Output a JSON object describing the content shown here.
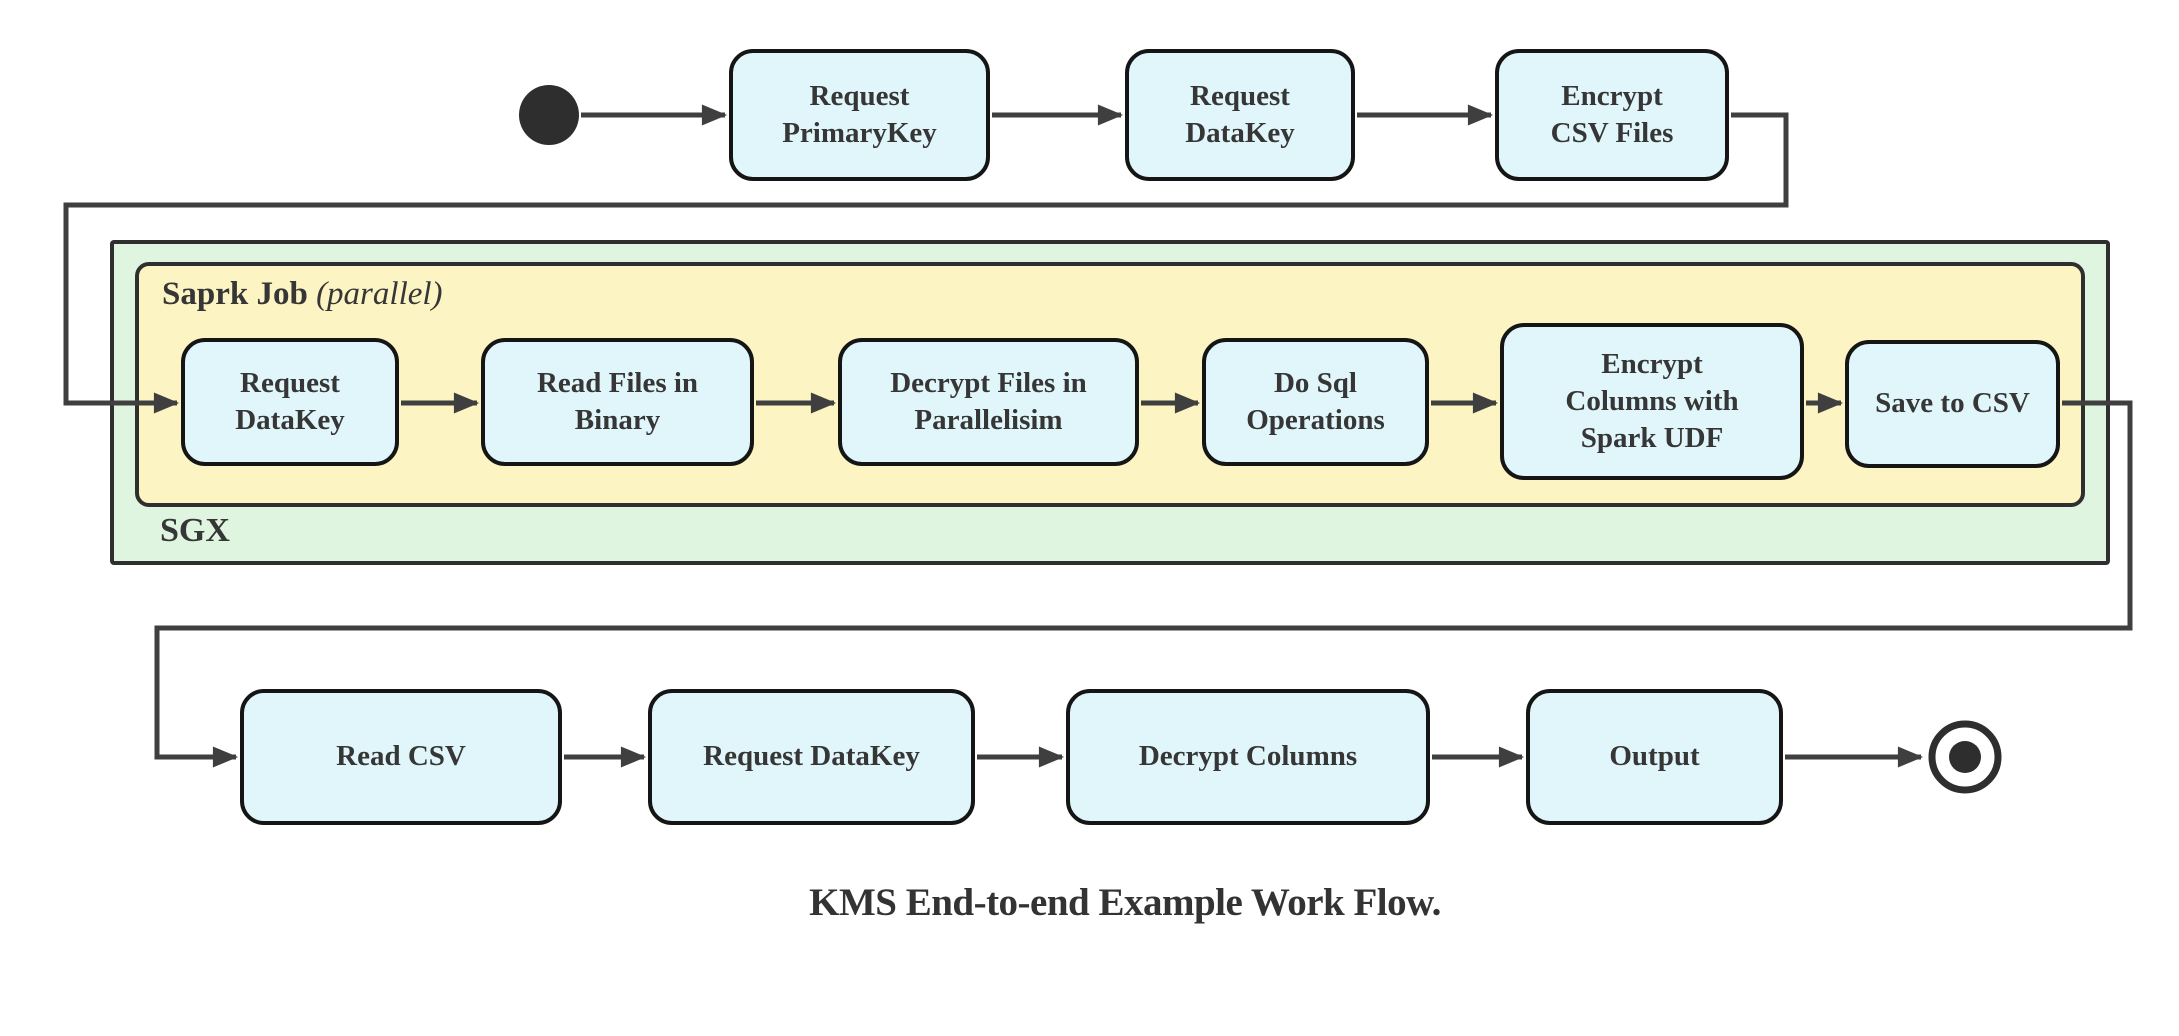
{
  "diagram": {
    "type": "flowchart",
    "caption": "KMS End-to-end Example Work Flow.",
    "containers": {
      "sgx": {
        "label": "SGX"
      },
      "spark_job": {
        "label": "Saprk Job",
        "qualifier": "(parallel)"
      }
    },
    "nodes": {
      "request_primarykey": "Request\nPrimaryKey",
      "request_datakey_top": "Request\nDataKey",
      "encrypt_csv_files": "Encrypt\nCSV Files",
      "request_datakey_sgx": "Request\nDataKey",
      "read_files_in_binary": "Read Files in\nBinary",
      "decrypt_files_in_parallelisim": "Decrypt Files in\nParallelisim",
      "do_sql_operations": "Do Sql\nOperations",
      "encrypt_columns_with_spark_udf": "Encrypt\nColumns with\nSpark UDF",
      "save_to_csv": "Save to CSV",
      "read_csv": "Read CSV",
      "request_datakey_client": "Request DataKey",
      "decrypt_columns": "Decrypt Columns",
      "output": "Output"
    },
    "flow_order": [
      "start",
      "Request PrimaryKey",
      "Request DataKey",
      "Encrypt CSV Files",
      "Request DataKey (SGX)",
      "Read Files in Binary",
      "Decrypt Files in Parallelisim",
      "Do Sql Operations",
      "Encrypt Columns with Spark UDF",
      "Save to CSV",
      "Read CSV",
      "Request DataKey",
      "Decrypt Columns",
      "Output",
      "end"
    ],
    "colors": {
      "node_fill": "#e1f6fa",
      "node_border": "#151515",
      "sgx_fill": "#dff5e0",
      "spark_fill": "#fcf4c2",
      "container_border": "#2f2f2f",
      "line_color": "#3f3f3f",
      "text_color": "#363636",
      "background": "#ffffff"
    }
  }
}
